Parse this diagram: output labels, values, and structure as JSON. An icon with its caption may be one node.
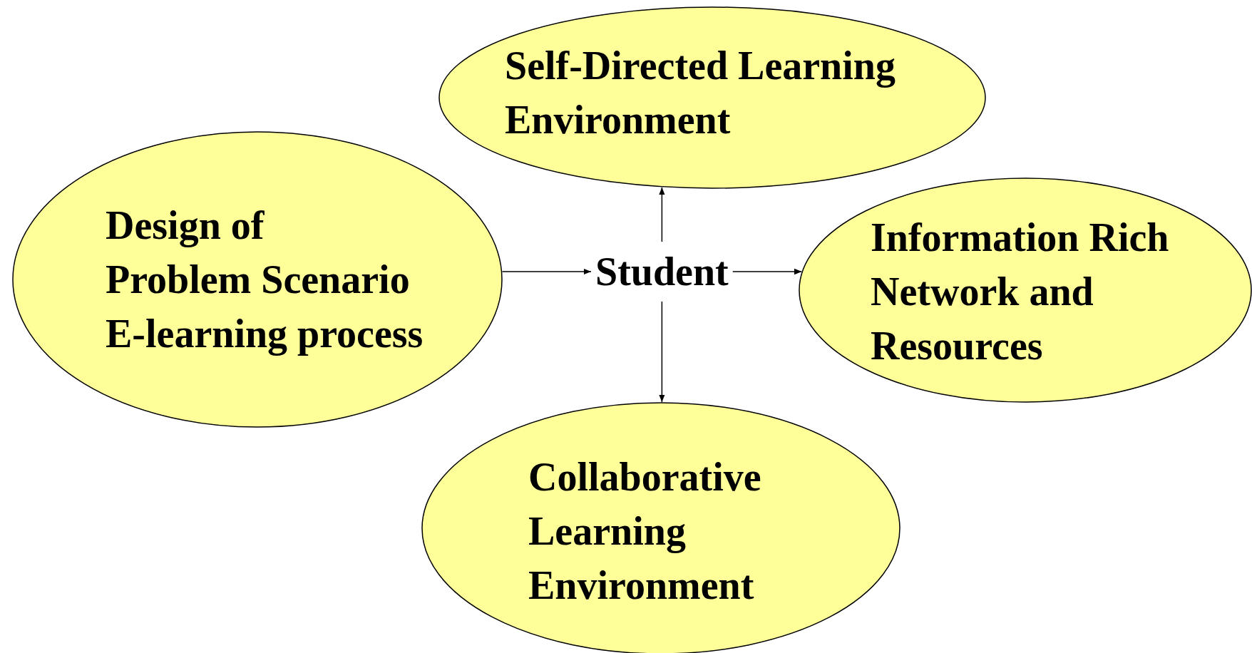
{
  "diagram": {
    "nodes": [
      {
        "text": [
          "Self-Directed Learning Environment"
        ]
      },
      {
        "text": [
          "Design of",
          "Problem Scenario",
          "E-learning process"
        ]
      },
      {
        "text": [
          "Student"
        ]
      },
      {
        "text": [
          "Information Rich Network and Resources"
        ]
      },
      {
        "text": [
          "Collaborative Learning Environment"
        ]
      }
    ],
    "edges": [
      {
        "from": 1,
        "to": 2,
        "arrow": "to"
      },
      {
        "from": 2,
        "to": 0,
        "arrow": "to"
      },
      {
        "from": 2,
        "to": 3,
        "arrow": "to"
      },
      {
        "from": 2,
        "to": 4,
        "arrow": "to"
      }
    ]
  }
}
